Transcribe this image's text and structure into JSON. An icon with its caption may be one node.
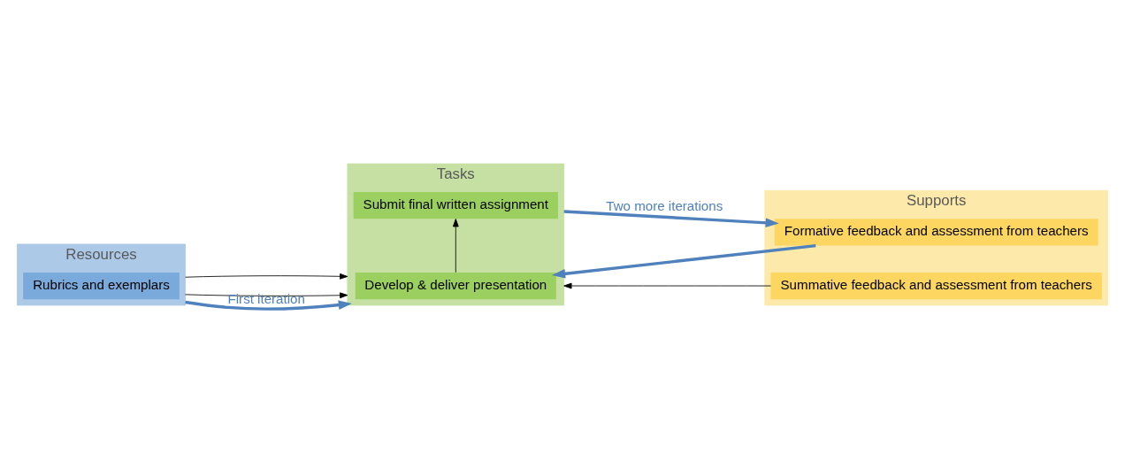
{
  "diagram": {
    "nodes": [
      {
        "text": [
          "Resources"
        ]
      },
      {
        "text": [
          "Rubrics and exemplars"
        ],
        "in": 0
      },
      {
        "text": [
          "Tasks"
        ]
      },
      {
        "text": [
          "Develop & deliver presentation"
        ],
        "in": 2
      },
      {
        "text": [
          "Submit final written assignment"
        ],
        "in": 2
      },
      {
        "text": [
          "Supports"
        ]
      },
      {
        "text": [
          "Formative feedback and assessment from teachers"
        ],
        "in": 5
      },
      {
        "text": [
          "Summative feedback and assessment from teachers"
        ],
        "in": 5
      }
    ],
    "edges": [
      {
        "from": 0,
        "to": 2,
        "arrow": "to"
      },
      {
        "from": 0,
        "to": 2,
        "arrow": "to"
      },
      {
        "from": 3,
        "to": 4,
        "arrow": "to"
      },
      {
        "from": 7,
        "to": 2,
        "arrow": "to"
      },
      {
        "from": 0,
        "to": 2,
        "arrow": "to",
        "label": "First iteration",
        "style": "thick",
        "color": "#4f81bd"
      },
      {
        "from": 2,
        "to": 6,
        "arrow": "to",
        "label": "Two more iterations",
        "style": "thick",
        "color": "#4f81bd"
      },
      {
        "from": 6,
        "to": 3,
        "arrow": "to",
        "style": "thick",
        "color": "#4f81bd"
      }
    ]
  }
}
